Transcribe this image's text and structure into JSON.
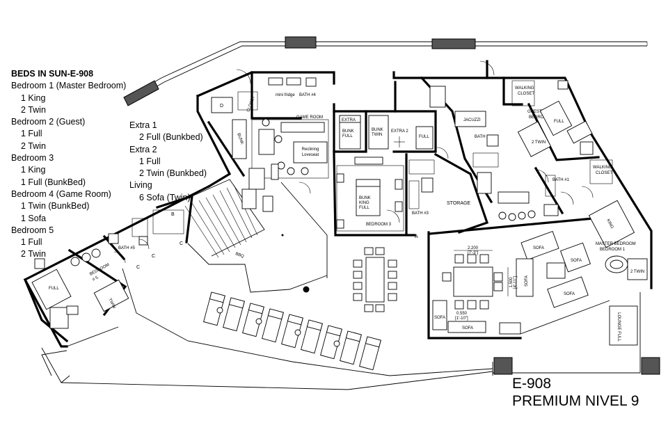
{
  "beds_list": {
    "title": "BEDS IN SUN-E-908",
    "rooms": [
      {
        "name": "Bedroom 1 (Master Bedroom)",
        "beds": [
          "1 King",
          "2 Twin"
        ]
      },
      {
        "name": "Bedroom 2 (Guest)",
        "beds": [
          "1 Full",
          "2 Twin"
        ]
      },
      {
        "name": "Bedroom 3",
        "beds": [
          "1 King",
          "1 Full (BunkBed)"
        ]
      },
      {
        "name": "Bedroom 4 (Game Room)",
        "beds": [
          "1 Twin (BunkBed)",
          "1 Sofa"
        ]
      },
      {
        "name": "Bedroom 5",
        "beds": [
          "1 Full",
          "2 Twin"
        ]
      }
    ]
  },
  "extras_list": [
    {
      "name": "Extra 1",
      "beds": [
        "2 Full (Bunkbed)"
      ]
    },
    {
      "name": "Extra 2",
      "beds": [
        "1 Full",
        "2 Twin (Bunkbed)"
      ]
    },
    {
      "name": "Living",
      "beds": [
        "6 Sofa (Twin)"
      ]
    }
  ],
  "unit": {
    "code": "E-908",
    "level": "PREMIUM NIVEL 9"
  },
  "plan_labels": {
    "game_room": "GAME ROOM",
    "reclining": "Reclining",
    "loveseat": "Loveseat",
    "bath4": "BATH #4",
    "mini_fridge": "mini fridge",
    "closet": "CLOSET",
    "extra1": "EXTRA",
    "extra1_bunk": "BUNK",
    "extra1_full": "FULL",
    "extra2": "EXTRA 2",
    "extra2_bunk": "BUNK",
    "extra2_twin": "TWIN",
    "extra2_full": "FULL",
    "jacuzzi": "JACUZZI",
    "bath2": "BATH #2",
    "walking_closet": "WALKING",
    "closet_word": "CLOSET",
    "guest_room": "GUEST ROOM",
    "bedroom2": "BEDROOM 2",
    "full": "FULL",
    "twin2": "2 TWIN",
    "bath1": "BATH #1",
    "bunk": "BUNK",
    "king": "KING",
    "bunk_full": "FULL",
    "bedroom3": "BEDROOM 3",
    "bath3": "BATH #3",
    "storage": "STORAGE",
    "sofa": "SOFA",
    "king_master": "KING",
    "master_bedroom": "MASTER BEDROOM",
    "bedroom1": "BEDROOM 1",
    "lounge_full": "LOUNGE FULL",
    "dim1": "2.200",
    "dim1b": "[7'-3\"]",
    "dim2": "1.500",
    "dim2b": "[4'-11\"]",
    "dim3": "0.550",
    "dim3b": "[1'-10\"]",
    "bath5": "BATH #5",
    "bedroom5": "BEDROOM",
    "bedroom5_num": "# 5",
    "full5": "FULL",
    "twin5": "TWIN",
    "bbq": "BBQ",
    "letter_a": "A",
    "letter_b": "B",
    "letter_c": "C",
    "letter_d": "D"
  }
}
